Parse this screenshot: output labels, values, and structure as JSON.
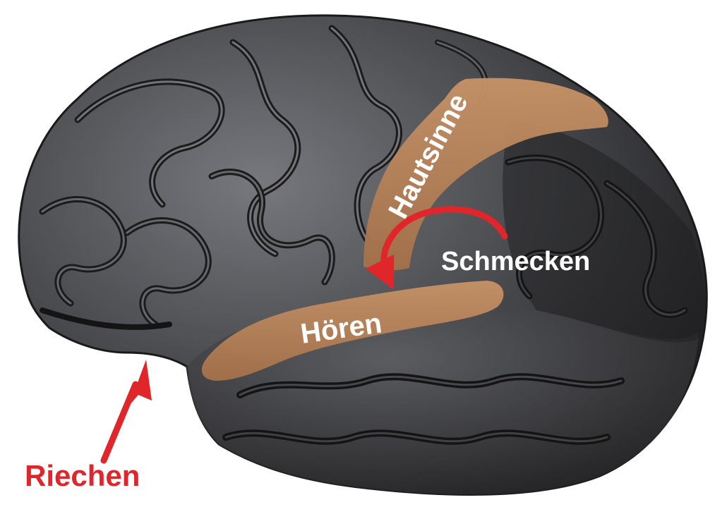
{
  "labels": {
    "hautsinne": "Hautsinne",
    "schmecken": "Schmecken",
    "hoeren": "Hören",
    "riechen": "Riechen"
  },
  "colors": {
    "background": "#ffffff",
    "cortex_dark": "#2a2a2c",
    "cortex_mid": "#55565a",
    "cortex_light": "#8a8b90",
    "region_highlight": "#b8835a",
    "arrow_red": "#e1262b",
    "label_white": "#ffffff"
  },
  "icons": {
    "taste_arrow": "curved-arrow-icon",
    "smell_arrow": "straight-arrow-icon"
  }
}
